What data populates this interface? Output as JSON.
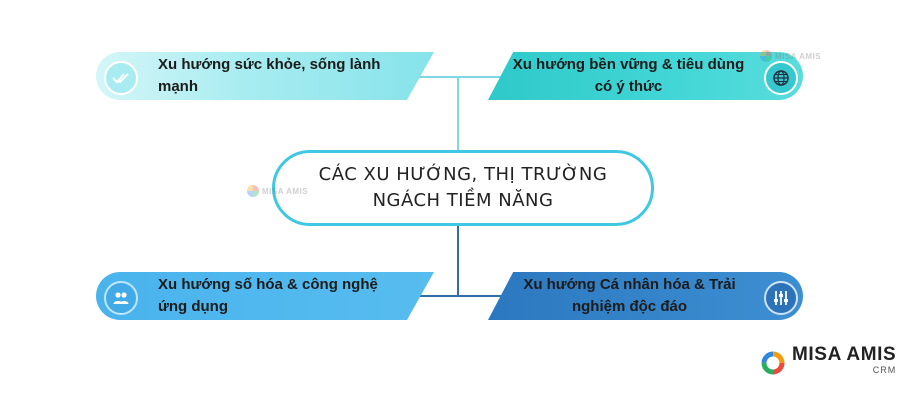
{
  "center": {
    "line1": "CÁC XU HƯỚNG, THỊ TRƯỜNG",
    "line2": "NGÁCH TIỀM NĂNG"
  },
  "trends": {
    "top_left": {
      "label": "Xu hướng sức khỏe, sống lành mạnh",
      "icon": "double-check-icon",
      "color": "#a7ecf0"
    },
    "top_right": {
      "label": "Xu hướng bền vững & tiêu dùng có ý thức",
      "icon": "globe-icon",
      "color": "#3cd2d3"
    },
    "bottom_left": {
      "label": "Xu hướng số hóa & công nghệ ứng dụng",
      "icon": "users-icon",
      "color": "#4fb7ee"
    },
    "bottom_right": {
      "label": "Xu hướng Cá nhân hóa & Trải nghiệm độc đáo",
      "icon": "sliders-icon",
      "color": "#3384c9"
    }
  },
  "watermark": {
    "text": "MISA AMIS"
  },
  "brand": {
    "name": "MISA AMIS",
    "sub": "CRM"
  }
}
